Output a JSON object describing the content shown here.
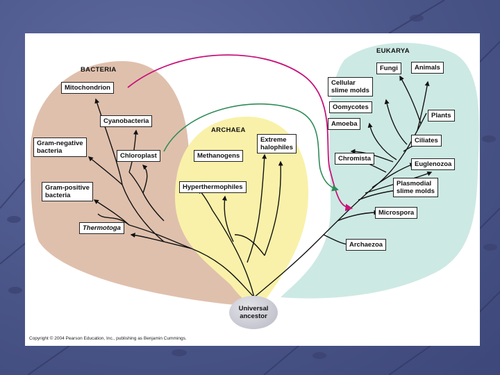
{
  "domains": {
    "bacteria": "BACTERIA",
    "archaea": "ARCHAEA",
    "eukarya": "EUKARYA"
  },
  "bacteria": {
    "mitochondrion": "Mitochondrion",
    "cyanobacteria": "Cyanobacteria",
    "gram_negative": "Gram-negative\nbacteria",
    "chloroplast": "Chloroplast",
    "gram_positive": "Gram-positive\nbacteria",
    "thermotoga": "Thermotoga"
  },
  "archaea": {
    "methanogens": "Methanogens",
    "extreme_halophiles": "Extreme\nhalophiles",
    "hyperthermophiles": "Hyperthermophiles"
  },
  "eukarya": {
    "fungi": "Fungi",
    "animals": "Animals",
    "cellular_slime_molds": "Cellular\nslime molds",
    "oomycotes": "Oomycotes",
    "plants": "Plants",
    "amoeba": "Amoeba",
    "ciliates": "Ciliates",
    "chromista": "Chromista",
    "euglenozoa": "Euglenozoa",
    "plasmodial_slime_molds": "Plasmodial\nslime molds",
    "microspora": "Microspora",
    "archaezoa": "Archaezoa"
  },
  "universal_ancestor": "Universal\nancestor",
  "copyright": "Copyright © 2004 Pearson Education, Inc., publishing as Benjamin Cummings.",
  "colors": {
    "bacteria_fill": "#dfc0ad",
    "archaea_fill": "#f9f1a9",
    "eukarya_fill": "#cde9e3",
    "mitochondrion_arrow": "#c8127a",
    "chloroplast_arrow": "#2e8b57",
    "slide_background": "#4e5a8e"
  }
}
